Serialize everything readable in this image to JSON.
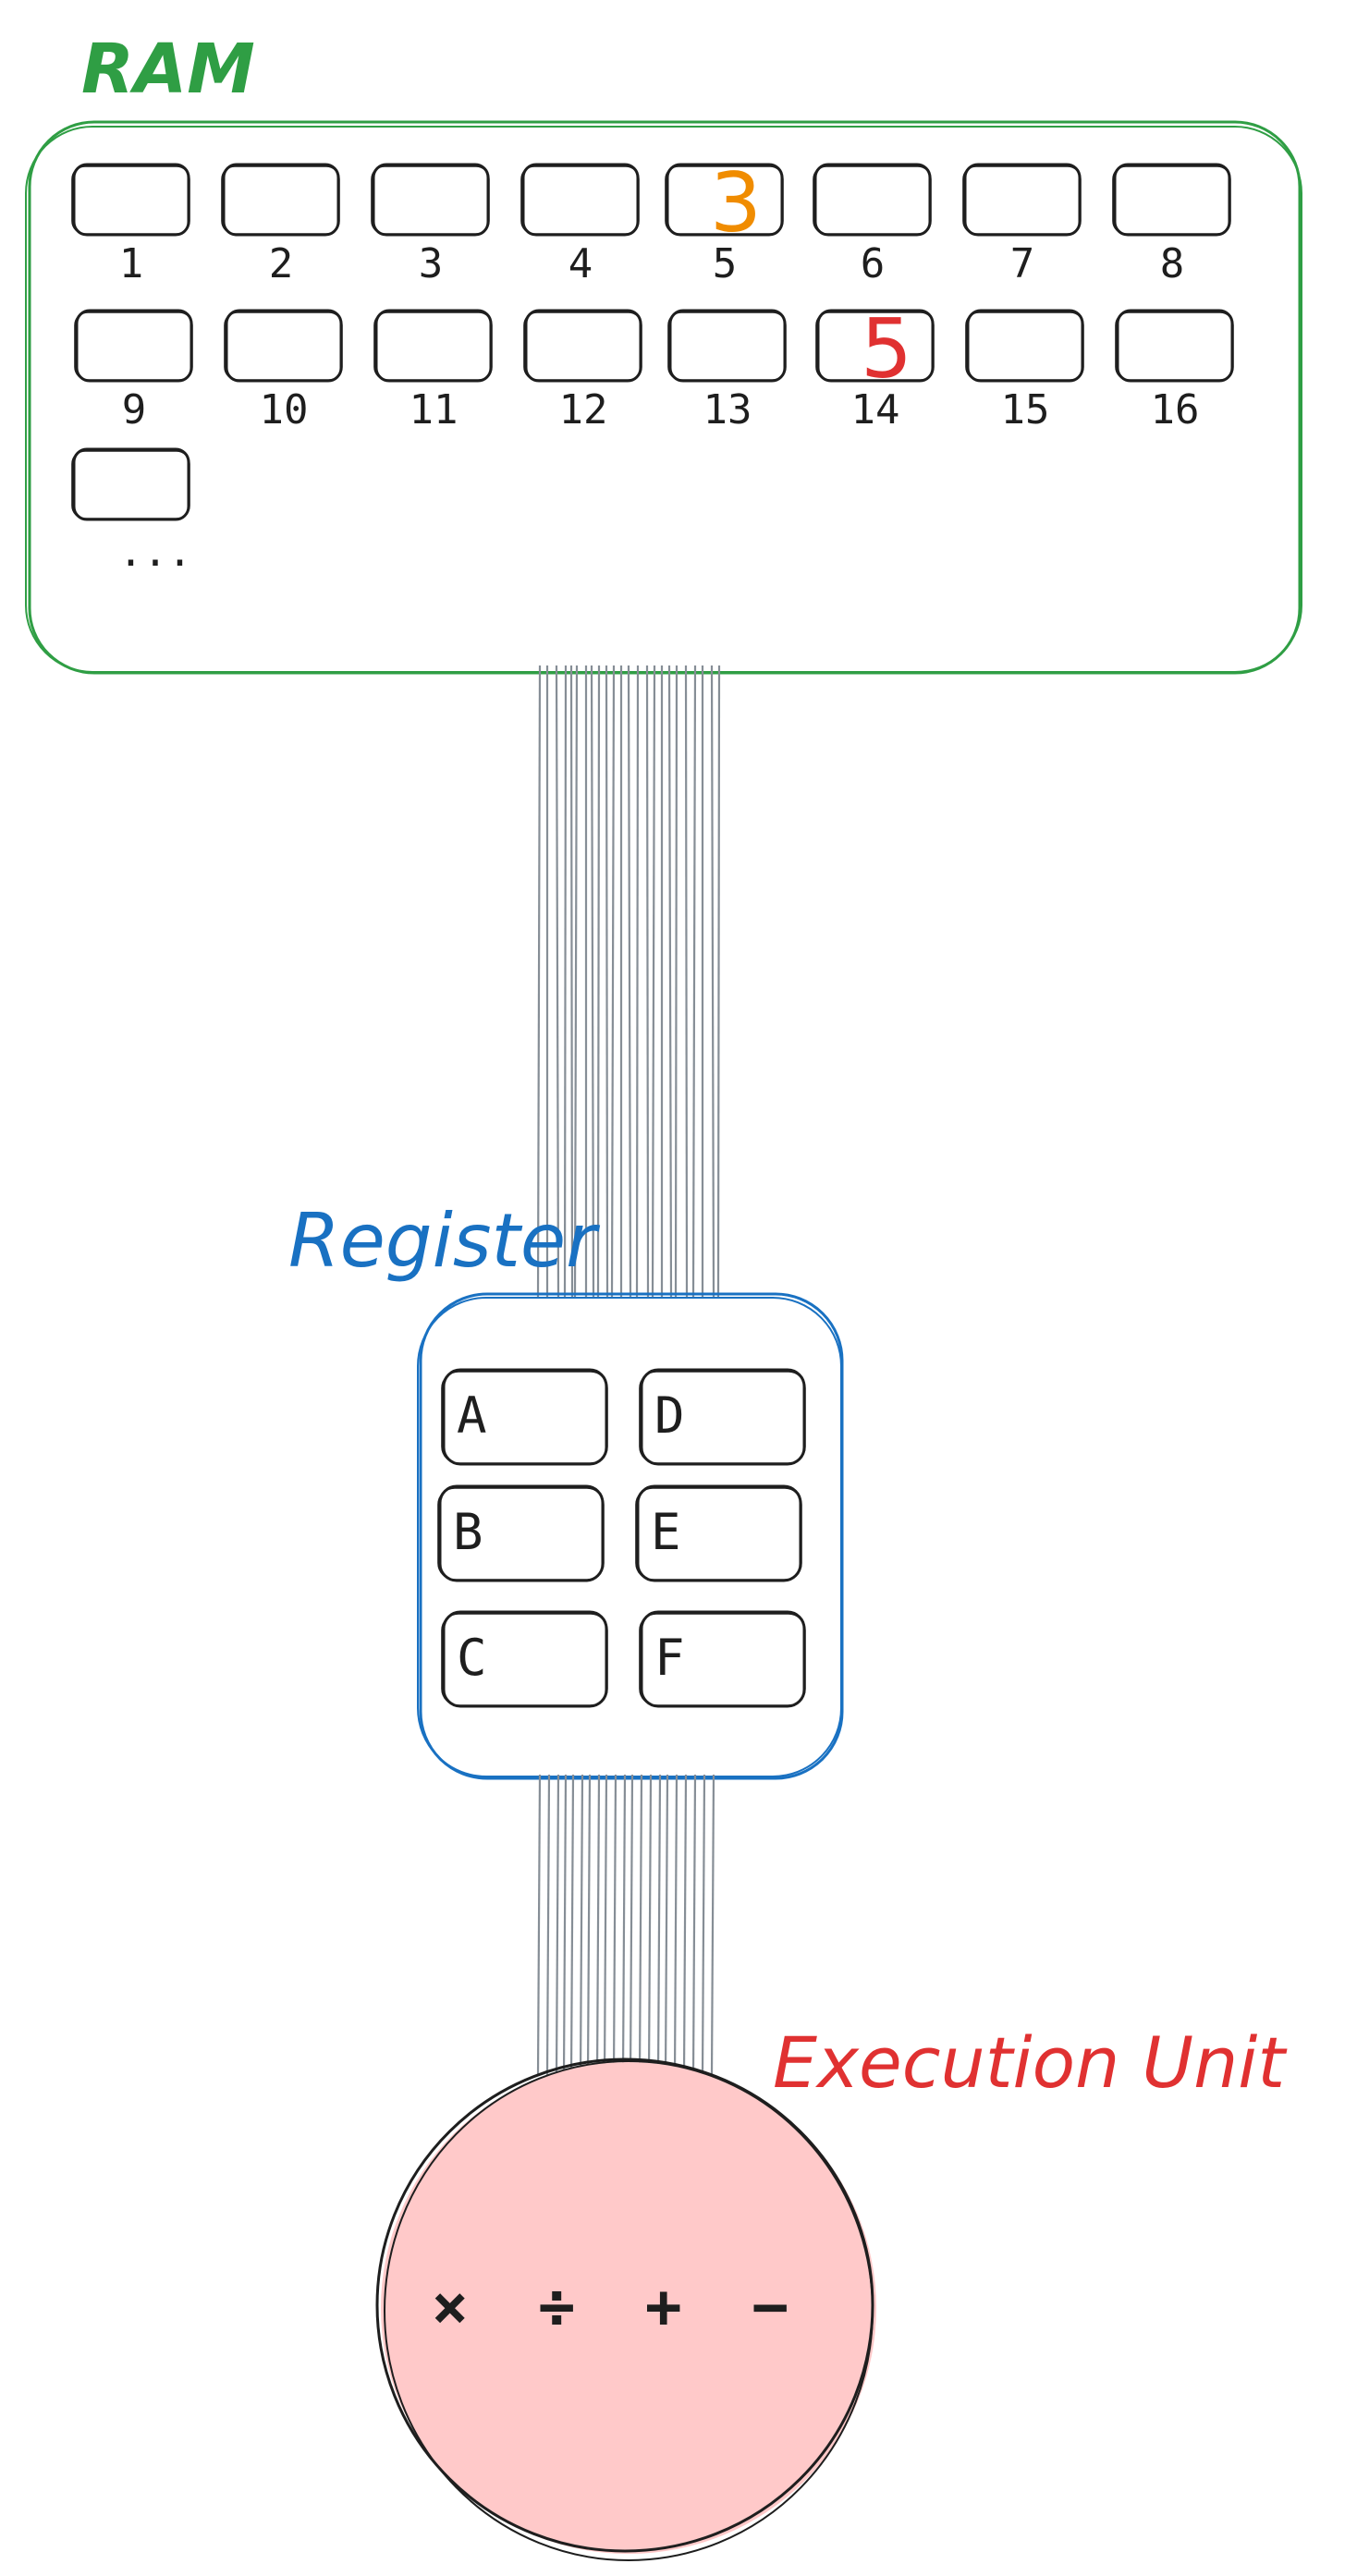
{
  "colors": {
    "ram": "#2f9e44",
    "register": "#1971c2",
    "execution": "#e03131",
    "execution_fill": "#ffc9c9",
    "cell_stroke": "#1e1e1e",
    "wire": "#868e96",
    "value_orange": "#f08c00",
    "value_red": "#e03131",
    "text": "#1e1e1e"
  },
  "ram": {
    "title": "RAM",
    "cells": [
      {
        "label": "1",
        "value": ""
      },
      {
        "label": "2",
        "value": ""
      },
      {
        "label": "3",
        "value": ""
      },
      {
        "label": "4",
        "value": ""
      },
      {
        "label": "5",
        "value": "3",
        "value_color": "orange"
      },
      {
        "label": "6",
        "value": ""
      },
      {
        "label": "7",
        "value": ""
      },
      {
        "label": "8",
        "value": ""
      },
      {
        "label": "9",
        "value": ""
      },
      {
        "label": "10",
        "value": ""
      },
      {
        "label": "11",
        "value": ""
      },
      {
        "label": "12",
        "value": ""
      },
      {
        "label": "13",
        "value": ""
      },
      {
        "label": "14",
        "value": "5",
        "value_color": "red"
      },
      {
        "label": "15",
        "value": ""
      },
      {
        "label": "16",
        "value": ""
      },
      {
        "label": "...",
        "value": ""
      }
    ]
  },
  "register": {
    "title": "Register",
    "cells": [
      "A",
      "D",
      "B",
      "E",
      "C",
      "F"
    ]
  },
  "execution_unit": {
    "title": "Execution Unit",
    "operators": "× ÷ + −"
  }
}
